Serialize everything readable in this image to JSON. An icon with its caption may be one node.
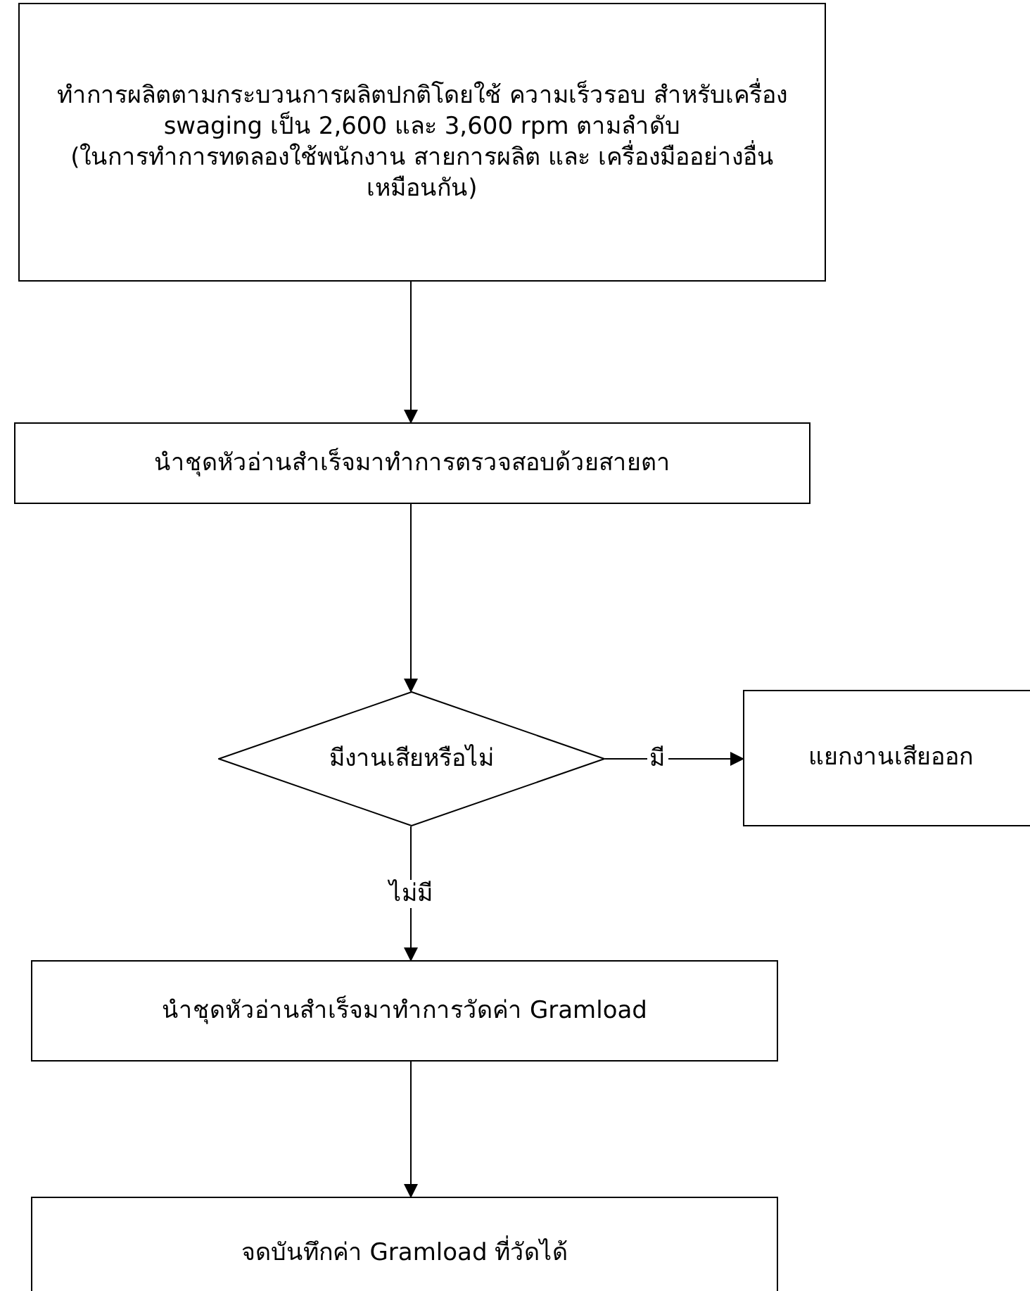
{
  "diagram": {
    "nodes": [
      {
        "text": [
          "ทำการผลิตตามกระบวนการผลิตปกติโดยใช้ ความเร็วรอบ สำหรับเครื่อง swaging เป็น 2,600 และ 3,600 rpm ตามลำดับ",
          "(ในการทำการทดลองใช้พนักงาน สายการผลิต และ เครื่องมืออย่างอื่นเหมือนกัน)"
        ]
      },
      {
        "text": [
          "นำชุดหัวอ่านสำเร็จมาทำการตรวจสอบด้วยสายตา"
        ]
      },
      {
        "text": [
          "มีงานเสียหรือไม่"
        ]
      },
      {
        "text": [
          "แยกงานเสียออก"
        ]
      },
      {
        "text": [
          "นำชุดหัวอ่านสำเร็จมาทำการวัดค่า Gramload"
        ]
      },
      {
        "text": [
          "จดบันทึกค่า Gramload ที่วัดได้"
        ]
      }
    ],
    "edges": [
      {
        "from": 0,
        "to": 1,
        "arrow": "to"
      },
      {
        "from": 1,
        "to": 2,
        "arrow": "to"
      },
      {
        "from": 2,
        "to": 3,
        "arrow": "to",
        "label": "มี"
      },
      {
        "from": 2,
        "to": 4,
        "arrow": "to",
        "label": "ไม่มี"
      },
      {
        "from": 4,
        "to": 5,
        "arrow": "to"
      }
    ]
  }
}
